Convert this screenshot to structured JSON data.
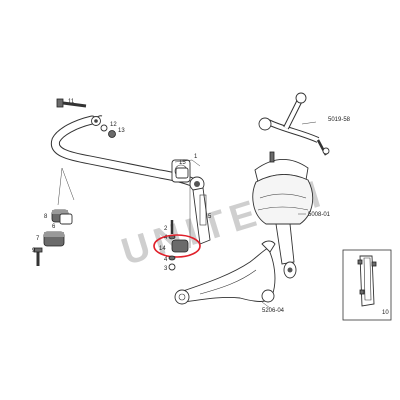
{
  "watermark": "UNITECH",
  "highlight_color": "#e0202a",
  "labels": {
    "p1": "1",
    "p2": "2",
    "p3": "3",
    "p4": "4",
    "p5": "5",
    "p6": "6",
    "p7": "7",
    "p8": "8",
    "p9": "9",
    "p10": "10",
    "p11": "11",
    "p12": "12",
    "p13": "13",
    "p14": "14",
    "p15": "15",
    "upper_arm": "5019-58",
    "air_spring": "5008-01",
    "lower_arm": "5206-04"
  }
}
